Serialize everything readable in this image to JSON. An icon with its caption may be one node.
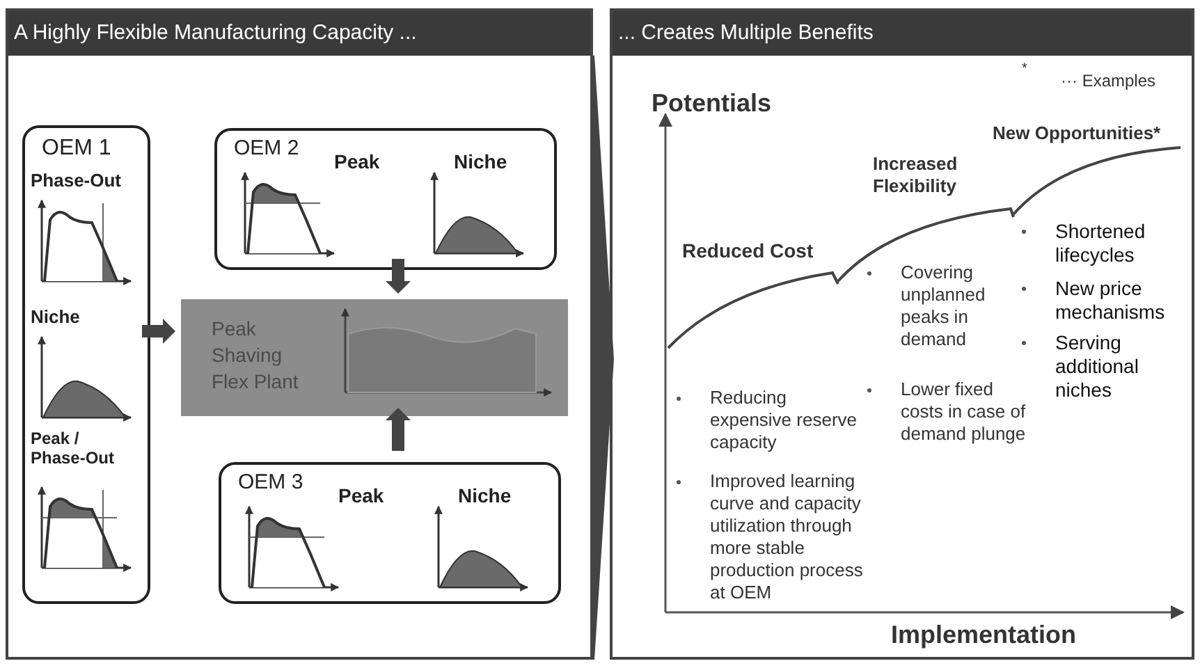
{
  "diagram": {
    "nodes": [
      {
        "text": [
          "A Highly Flexible Manufacturing Capacity ..."
        ]
      },
      {
        "text": [
          "OEM 1",
          "Phase-Out",
          "Niche",
          "Peak / Phase-Out"
        ],
        "in": 0
      },
      {
        "text": [
          "OEM 2",
          "Peak",
          "Niche"
        ],
        "in": 0
      },
      {
        "text": [
          "Peak Shaving Flex Plant"
        ],
        "in": 0
      },
      {
        "text": [
          "OEM 3",
          "Peak",
          "Niche"
        ],
        "in": 0
      },
      {
        "text": [
          "... Creates Multiple Benefits"
        ]
      }
    ],
    "edges": [
      {
        "from": 1,
        "to": 3,
        "arrow": "to"
      },
      {
        "from": 2,
        "to": 3,
        "arrow": "to"
      },
      {
        "from": 4,
        "to": 3,
        "arrow": "to"
      },
      {
        "from": 0,
        "to": 5,
        "arrow": "to",
        "style": "thick"
      }
    ],
    "labels": [
      "*",
      "··· Examples",
      "Potentials",
      "New Opportunities*",
      "Increased Flexibility",
      "Reduced Cost",
      "Covering unplanned peaks in demand",
      "Lower fixed costs in case of demand plunge",
      "Shortened lifecycles",
      "New price mechanisms",
      "Serving additional niches",
      "Reducing expensive reserve capacity",
      "Improved learning curve and capacity utilization through more stable production process at OEM",
      "Implementation"
    ]
  }
}
